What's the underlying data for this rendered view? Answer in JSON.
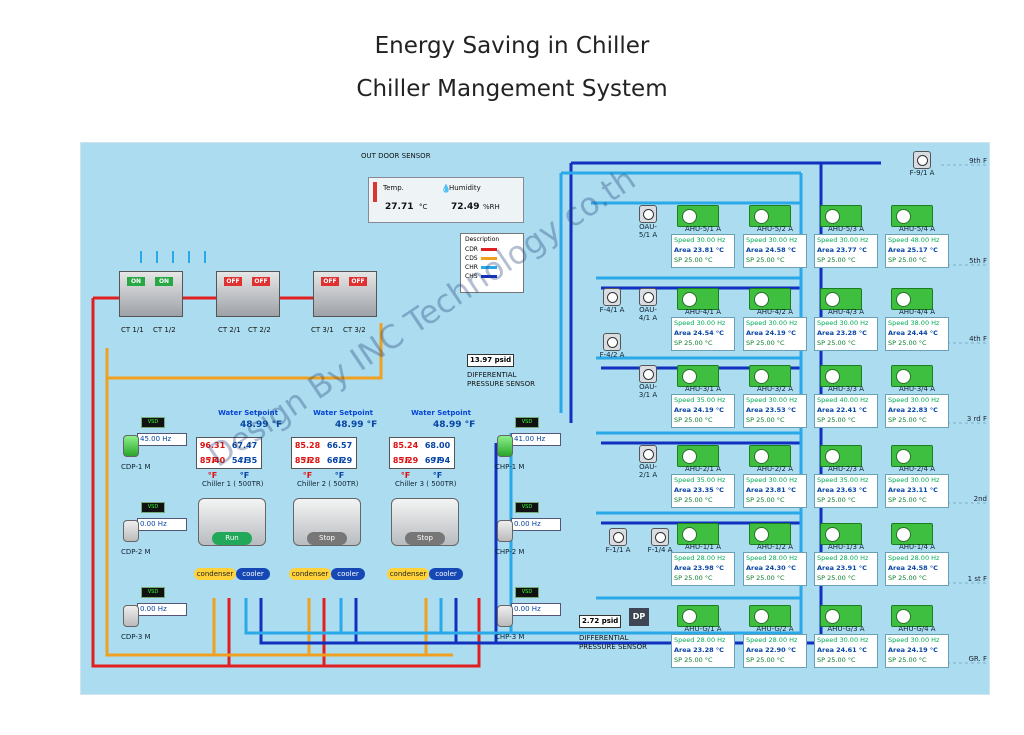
{
  "title_line1": "Energy Saving in Chiller",
  "title_line2": "Chiller Mangement System",
  "outdoor": {
    "header": "OUT DOOR SENSOR",
    "temp_label": "Temp.",
    "temp_value": "27.71",
    "temp_unit": "°C",
    "humidity_label": "Humidity",
    "humidity_value": "72.49",
    "humidity_unit": "%RH"
  },
  "description": {
    "title": "Description",
    "items": [
      {
        "label": "CDR",
        "color": "#e02020"
      },
      {
        "label": "CDS",
        "color": "#f0a020"
      },
      {
        "label": "CHR",
        "color": "#2aa9e8"
      },
      {
        "label": "CHS",
        "color": "#1030c0"
      }
    ]
  },
  "diff_pressure_top": {
    "value": "13.97",
    "unit": "psid",
    "label1": "DIFFERENTIAL",
    "label2": "PRESSURE SENSOR"
  },
  "diff_pressure_bottom": {
    "value": "2.72",
    "unit": "psid",
    "badge": "DP",
    "label1": "DIFFERENTIAL",
    "label2": "PRESSURE SENSOR"
  },
  "floors": [
    "9th F",
    "5th F",
    "4th F",
    "3 rd F",
    "2nd",
    "1 st F",
    "GR. F"
  ],
  "cooling_towers": [
    {
      "labels": [
        "CT 1/1",
        "CT 1/2"
      ],
      "states": [
        "ON",
        "ON"
      ]
    },
    {
      "labels": [
        "CT 2/1",
        "CT 2/2"
      ],
      "states": [
        "OFF",
        "OFF"
      ]
    },
    {
      "labels": [
        "CT 3/1",
        "CT 3/2"
      ],
      "states": [
        "OFF",
        "OFF"
      ]
    }
  ],
  "cdp": [
    {
      "name": "CDP-1 M",
      "hz": "45.00 Hz"
    },
    {
      "name": "CDP-2 M",
      "hz": "0.00 Hz"
    },
    {
      "name": "CDP-3 M",
      "hz": "0.00 Hz"
    }
  ],
  "chp": [
    {
      "name": "CHP-1 M",
      "hz": "41.00 Hz"
    },
    {
      "name": "CHP-2 M",
      "hz": "0.00 Hz"
    },
    {
      "name": "CHP-3 M",
      "hz": "0.00 Hz"
    }
  ],
  "vsd_label": "VSD",
  "chillers": [
    {
      "name": "Chiller 1 ( 500TR)",
      "setpoint_label": "Water Setpoint",
      "setpoint": "48.99 °F",
      "cdr": "96.31 °F",
      "chr": "67.47 °F",
      "cds": "85.40 °F",
      "chs": "54.35 °F",
      "status": "Run"
    },
    {
      "name": "Chiller 2 ( 500TR)",
      "setpoint_label": "Water Setpoint",
      "setpoint": "48.99 °F",
      "cdr": "85.28 °F",
      "chr": "66.57 °F",
      "cds": "85.28 °F",
      "chs": "66.29 °F",
      "status": "Stop"
    },
    {
      "name": "Chiller 3 ( 500TR)",
      "setpoint_label": "Water Setpoint",
      "setpoint": "48.99 °F",
      "cdr": "85.24 °F",
      "chr": "68.00 °F",
      "cds": "85.29 °F",
      "chs": "69.94 °F",
      "status": "Stop"
    }
  ],
  "condenser_label": "condenser",
  "cooler_label": "cooler",
  "oau": [
    {
      "name": "F-9/1 A"
    },
    {
      "name": "OAU-5/1 A"
    },
    {
      "name": "F-4/1 A"
    },
    {
      "name": "OAU-4/1 A"
    },
    {
      "name": "F-4/2 A"
    },
    {
      "name": "OAU-3/1 A"
    },
    {
      "name": "OAU-2/1 A"
    },
    {
      "name": "F-1/1 A"
    },
    {
      "name": "F-1/4 A"
    }
  ],
  "ahu_rows": [
    [
      {
        "name": "AHU-5/1 A",
        "speed": "30.00 Hz",
        "area": "23.81 °C",
        "sp": "25.00 °C"
      },
      {
        "name": "AHU-5/2 A",
        "speed": "30.00 Hz",
        "area": "24.58 °C",
        "sp": "25.00 °C"
      },
      {
        "name": "AHU-5/3 A",
        "speed": "30.00 Hz",
        "area": "23.77 °C",
        "sp": "25.00 °C"
      },
      {
        "name": "AHU-5/4 A",
        "speed": "48.00 Hz",
        "area": "25.17 °C",
        "sp": "25.00 °C"
      }
    ],
    [
      {
        "name": "AHU-4/1 A",
        "speed": "30.00 Hz",
        "area": "24.54 °C",
        "sp": "25.00 °C"
      },
      {
        "name": "AHU-4/2 A",
        "speed": "30.00 Hz",
        "area": "24.19 °C",
        "sp": "25.00 °C"
      },
      {
        "name": "AHU-4/3 A",
        "speed": "30.00 Hz",
        "area": "23.28 °C",
        "sp": "25.00 °C"
      },
      {
        "name": "AHU-4/4 A",
        "speed": "38.00 Hz",
        "area": "24.44 °C",
        "sp": "25.00 °C"
      }
    ],
    [
      {
        "name": "AHU-3/1 A",
        "speed": "35.00 Hz",
        "area": "24.19 °C",
        "sp": "25.00 °C"
      },
      {
        "name": "AHU-3/2 A",
        "speed": "30.00 Hz",
        "area": "23.53 °C",
        "sp": "25.00 °C"
      },
      {
        "name": "AHU-3/3 A",
        "speed": "40.00 Hz",
        "area": "22.41 °C",
        "sp": "25.00 °C"
      },
      {
        "name": "AHU-3/4 A",
        "speed": "30.00 Hz",
        "area": "22.83 °C",
        "sp": "25.00 °C"
      }
    ],
    [
      {
        "name": "AHU-2/1 A",
        "speed": "35.00 Hz",
        "area": "23.35 °C",
        "sp": "25.00 °C"
      },
      {
        "name": "AHU-2/2 A",
        "speed": "30.00 Hz",
        "area": "23.81 °C",
        "sp": "25.00 °C"
      },
      {
        "name": "AHU-2/3 A",
        "speed": "35.00 Hz",
        "area": "23.63 °C",
        "sp": "25.00 °C"
      },
      {
        "name": "AHU-2/4 A",
        "speed": "30.00 Hz",
        "area": "23.11 °C",
        "sp": "25.00 °C"
      }
    ],
    [
      {
        "name": "AHU-1/1 A",
        "speed": "28.00 Hz",
        "area": "23.98 °C",
        "sp": "25.00 °C"
      },
      {
        "name": "AHU-1/2 A",
        "speed": "28.00 Hz",
        "area": "24.30 °C",
        "sp": "25.00 °C"
      },
      {
        "name": "AHU-1/3 A",
        "speed": "28.00 Hz",
        "area": "23.91 °C",
        "sp": "25.00 °C"
      },
      {
        "name": "AHU-1/4 A",
        "speed": "28.00 Hz",
        "area": "24.58 °C",
        "sp": "25.00 °C"
      }
    ],
    [
      {
        "name": "AHU-G/1 A",
        "speed": "28.00 Hz",
        "area": "23.28 °C",
        "sp": "25.00 °C"
      },
      {
        "name": "AHU-G/2 A",
        "speed": "28.00 Hz",
        "area": "22.90 °C",
        "sp": "25.00 °C"
      },
      {
        "name": "AHU-G/3 A",
        "speed": "30.00 Hz",
        "area": "24.61 °C",
        "sp": "25.00 °C"
      },
      {
        "name": "AHU-G/4 A",
        "speed": "30.00 Hz",
        "area": "24.19 °C",
        "sp": "25.00 °C"
      }
    ]
  ],
  "ahu_speed_label": "Speed",
  "ahu_area_label": "Area",
  "ahu_sp_label": "SP",
  "watermark": "Design By INC Technology co.th"
}
